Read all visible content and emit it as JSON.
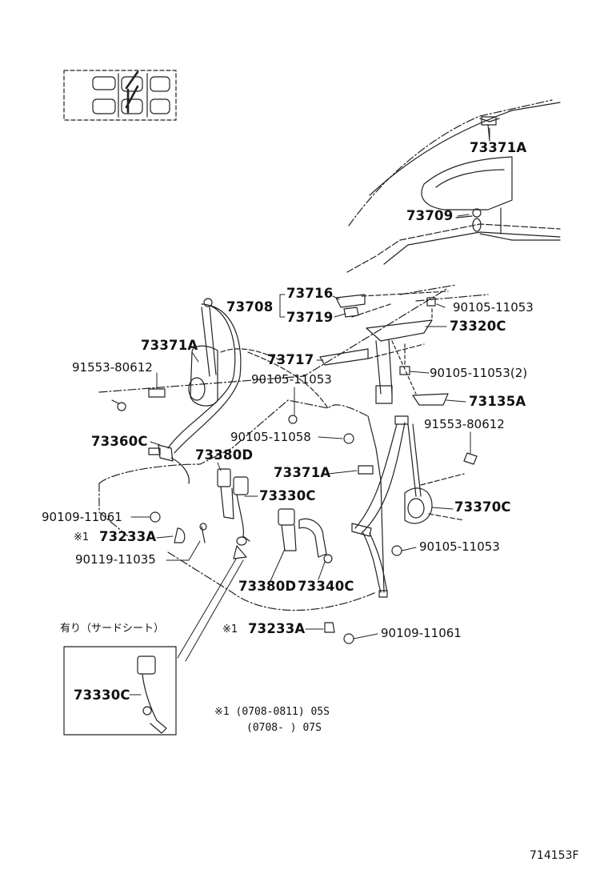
{
  "parts": {
    "p73371A_top": "73371A",
    "p73709": "73709",
    "p73716": "73716",
    "p73708": "73708",
    "p73719": "73719",
    "p90105_11053_a": "90105-11053",
    "p73320C": "73320C",
    "p73371A_left": "73371A",
    "p73717": "73717",
    "p91553_80612_a": "91553-80612",
    "p90105_11053_b": "90105-11053",
    "p90105_11053_2": "90105-11053(2)",
    "p73135A": "73135A",
    "p91553_80612_b": "91553-80612",
    "p73360C": "73360C",
    "p90105_11058": "90105-11058",
    "p73380D_a": "73380D",
    "p73371A_mid": "73371A",
    "p73330C_a": "73330C",
    "p73370C": "73370C",
    "p90109_11061_a": "90109-11061",
    "p73233A_a": "73233A",
    "p90105_11053_c": "90105-11053",
    "p90119_11035": "90119-11035",
    "p73380D_b": "73380D",
    "p73340C": "73340C",
    "p73233A_b": "73233A",
    "p90109_11061_b": "90109-11061",
    "p73330C_b": "73330C"
  },
  "marks": {
    "ref_a": "※1",
    "ref_b": "※1"
  },
  "inset": {
    "caption": "有り（サードシート）"
  },
  "notes": {
    "line1": "※1 (0708-0811) 05S",
    "line2": "(0708-     ) 07S"
  },
  "footer": {
    "figure_id": "714153F"
  }
}
